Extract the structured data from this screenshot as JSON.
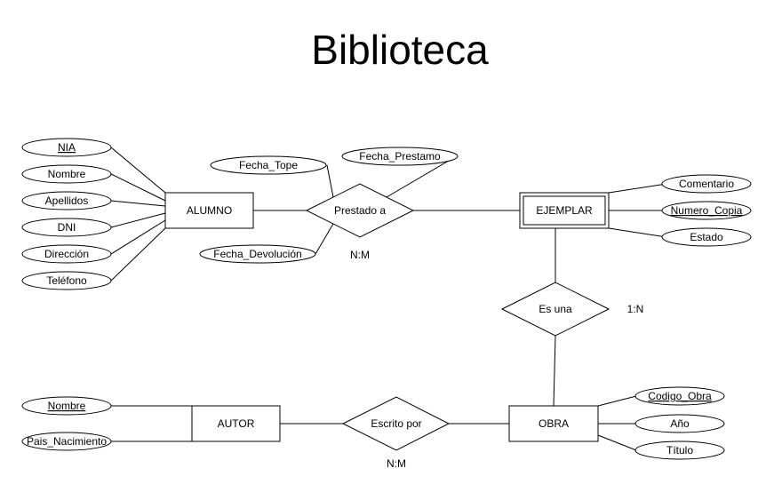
{
  "title": "Biblioteca",
  "entities": {
    "alumno": "ALUMNO",
    "ejemplar": "EJEMPLAR",
    "autor": "AUTOR",
    "obra": "OBRA"
  },
  "relationships": {
    "prestado": {
      "label": "Prestado a",
      "cardinality": "N:M"
    },
    "es_una": {
      "label": "Es una",
      "cardinality": "1:N"
    },
    "escrito": {
      "label": "Escrito por",
      "cardinality": "N:M"
    }
  },
  "attributes": {
    "alumno": [
      "NIA",
      "Nombre",
      "Apellidos",
      "DNI",
      "Dirección",
      "Teléfono"
    ],
    "prestado": [
      "Fecha_Tope",
      "Fecha_Prestamo",
      "Fecha_Devolución"
    ],
    "ejemplar": [
      "Comentario",
      "Numero_Copia",
      "Estado"
    ],
    "obra": [
      "Codigo_Obra",
      "Año",
      "Título"
    ],
    "autor": [
      "Nombre",
      "Pais_Nacimiento"
    ]
  }
}
